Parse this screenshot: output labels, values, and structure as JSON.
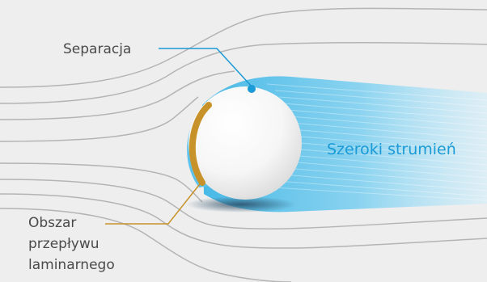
{
  "labels": {
    "separation": "Separacja",
    "wake": "Szeroki strumień",
    "laminar_lines": [
      "Obszar",
      "przepływu",
      "laminarnego"
    ]
  },
  "colors": {
    "background": "#eeeeee",
    "flow_lines": "#b4b4b4",
    "wake": "#5ec2ea",
    "separation_callout": "#1a9ad6",
    "laminar_callout": "#c8922a",
    "ball": "#ffffff"
  },
  "icons": [
    "ball",
    "callout-dot-blue"
  ]
}
